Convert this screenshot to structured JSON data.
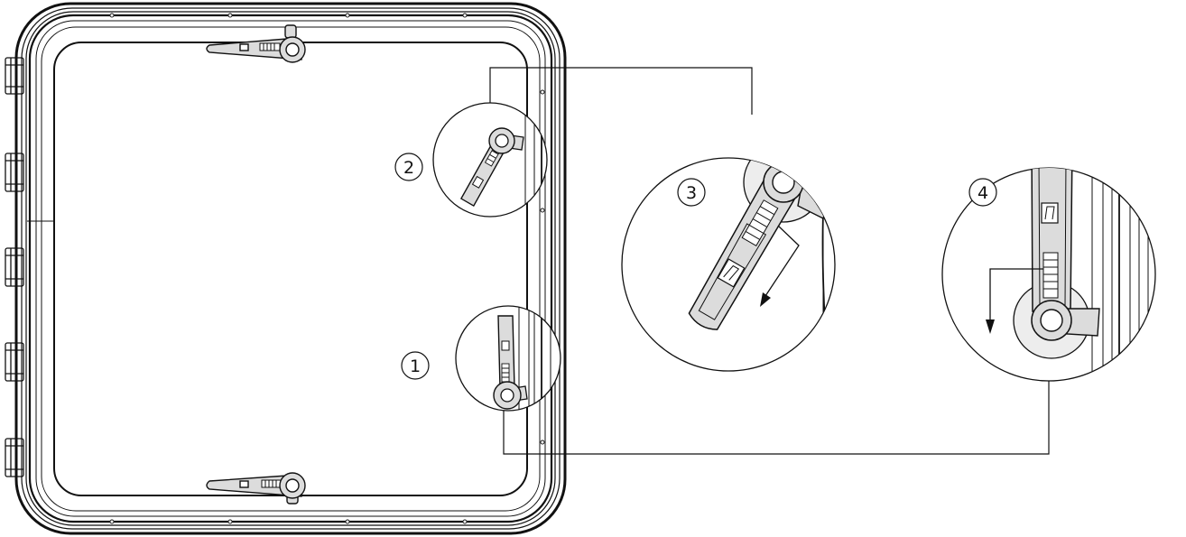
{
  "colors": {
    "stroke": "#111111",
    "handle_fill": "#dcdcdc",
    "background": "#ffffff"
  },
  "steps": [
    {
      "number": "1",
      "label": "1"
    },
    {
      "number": "2",
      "label": "2"
    },
    {
      "number": "3",
      "label": "3"
    },
    {
      "number": "4",
      "label": "4"
    }
  ],
  "icons": {
    "handle": "latch-handle-icon",
    "arrow": "direction-arrow-icon",
    "hinge": "hinge-icon"
  }
}
